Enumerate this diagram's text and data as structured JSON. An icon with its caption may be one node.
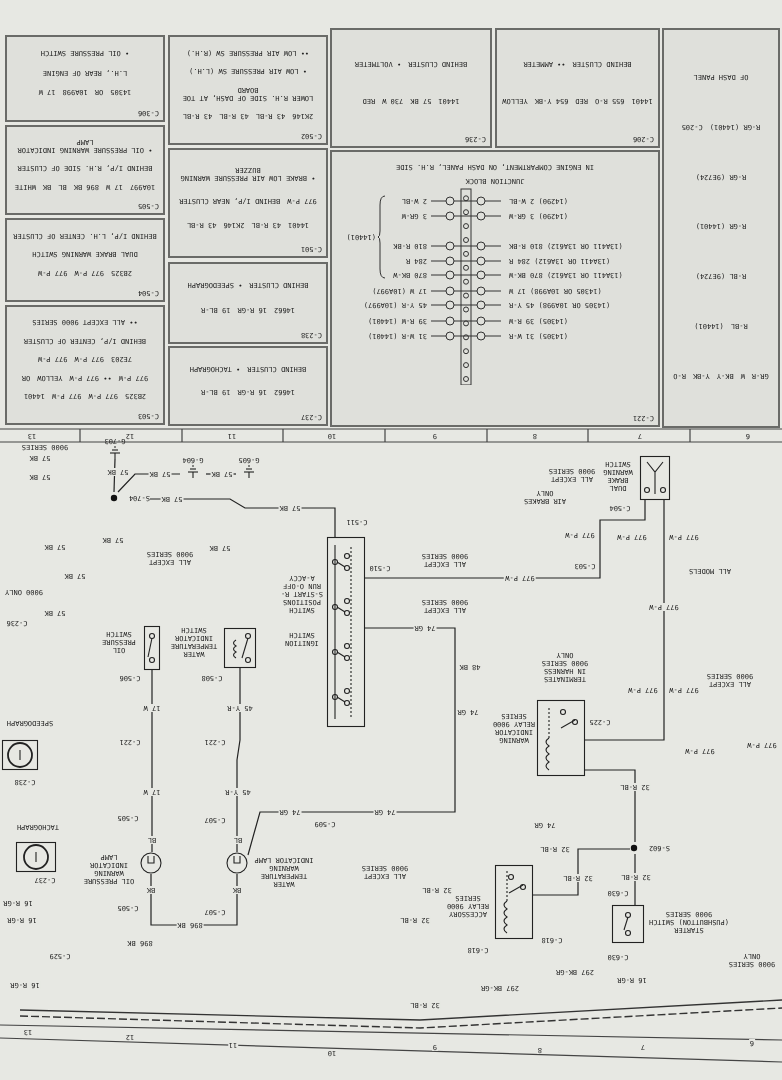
{
  "diagram": {
    "nodes": [
      {
        "text": [
          "C-306",
          "14305",
          "OR",
          "10A998",
          "17 W",
          "L.H., REAR OF ENGINE",
          "• OIL PRESSURE SWITCH"
        ]
      },
      {
        "text": [
          "C-505",
          "10A997",
          "17 W",
          "896 BK",
          "BL",
          "BK",
          "WHITE",
          "BEHIND I/P, R.H. SIDE OF CLUSTER",
          "• OIL PRESSURE WARNING INDICATOR LAMP"
        ]
      },
      {
        "text": [
          "C-504",
          "2B325",
          "977 P-W",
          "977 P-W",
          "DUAL BRAKE WARNING SWITCH",
          "BEHIND I/P, L.H. CENTER OF CLUSTER"
        ]
      },
      {
        "text": [
          "C-503",
          "2B325",
          "977 P-W",
          "977 P-W",
          "14401",
          "977 P-W",
          "•• 977 P-W",
          "YELLOW",
          "OR",
          "7E203",
          "977 P-W",
          "977 P-W",
          "BEHIND I/P, CENTER OF CLUSTER",
          "•• ALL EXCEPT 9000 SERIES"
        ]
      },
      {
        "text": [
          "C-502",
          "2K146",
          "43 R-BL",
          "43 R-BL",
          "43 R-BL",
          "LOWER R.H. SIDE OF DASH, AT TOE BOARD",
          "• LOW AIR PRESSURE SW (L.H.)",
          "•• LOW AIR PRESSURE SW (R.H.)"
        ]
      },
      {
        "text": [
          "C-501",
          "14401",
          "43 R-BL",
          "2K146",
          "43 R-BL",
          "977 P-W",
          "BEHIND I/P, NEAR CLUSTER",
          "• BRAKE LOW AIR PRESSURE WARNING BUZZER"
        ]
      },
      {
        "text": [
          "C-238",
          "14662",
          "16 R-GR",
          "19 BL-R",
          "BEHIND CLUSTER",
          "• SPEEDOGRAPH"
        ]
      },
      {
        "text": [
          "C-237",
          "14662",
          "16 R-GR",
          "19 BL-R",
          "BEHIND CLUSTER",
          "• TACHOGRAPH"
        ]
      },
      {
        "text": [
          "C-236",
          "14401",
          "57 BK",
          "730 W",
          "RED",
          "BEHIND CLUSTER",
          "• VOLTMETER"
        ]
      },
      {
        "text": [
          "C-206",
          "14401",
          "655 R-O",
          "RED",
          "654 Y-BK",
          "YELLOW",
          "BEHIND CLUSTER",
          "•• AMMETER"
        ]
      },
      {
        "text": [
          "C-221",
          "(14305) 31 W-R",
          "31 W-R (14401)",
          "(14305) 39 R-W",
          "39 R-W (14401)",
          "(14305 OR 10A998) 45 Y-R",
          "45 Y-R (10A997)",
          "(14305 OR 10A998) 17 W",
          "17 W (10A997)",
          "(13A411 OR 13A612) 870 BK-W",
          "870 BK-W",
          "(13A411 OR 13A612) 284 R",
          "284 R",
          "(13A411 OR 13A612) 810 R-BK",
          "810 R-BK",
          "(14290) 3 GR-W",
          "3 GR-W",
          "(14290) 2 W-BL",
          "2 W-BL",
          "(14401)",
          "JUNCTION BLOCK",
          "IN ENGINE COMPARTMENT, ON DASH PANEL, R.H. SIDE"
        ]
      },
      {
        "text": [
          "GR-R",
          "W",
          "BK-Y",
          "Y-BK",
          "R-O",
          "R-BL",
          "(14401)",
          "R-BL (9E724)",
          "R-GR (14401)",
          "R-GR (9E724)",
          "R-GR (14401)",
          "C-205",
          "OF DASH PANEL"
        ]
      },
      {
        "text": [
          "G-703"
        ]
      },
      {
        "text": [
          "S-704"
        ]
      },
      {
        "text": [
          "G-604"
        ]
      },
      {
        "text": [
          "G-605"
        ]
      },
      {
        "text": [
          "IGNITION SWITCH",
          "SWITCH POSITIONS S-START R-RUN O-OFF A-ACCY"
        ]
      },
      {
        "text": [
          "OIL PRESSURE SWITCH"
        ]
      },
      {
        "text": [
          "WATER TEMPERATURE INDICATOR SWITCH"
        ]
      },
      {
        "text": [
          "DUAL BRAKE WARNING SWITCH"
        ]
      },
      {
        "text": [
          "WARNING INDICATOR RELAY 9000 SERIES"
        ]
      },
      {
        "text": [
          "ACCESSORY RELAY 9000 SERIES"
        ]
      },
      {
        "text": [
          "STARTER (PUSHBUTTON) SWITCH 9000 SERIES"
        ]
      },
      {
        "text": [
          "S-602"
        ]
      },
      {
        "text": [
          "OIL PRESSURE WARNING INDICATOR LAMP"
        ]
      },
      {
        "text": [
          "WATER TEMPERATURE WARNING INDICATOR LAMP"
        ]
      },
      {
        "text": [
          "SPEEDOGRAPH"
        ]
      },
      {
        "text": [
          "TACHOGRAPH"
        ]
      }
    ],
    "edges": [
      {
        "from": 13,
        "to": 12,
        "arrow": "none"
      },
      {
        "from": 13,
        "to": 14,
        "arrow": "none"
      },
      {
        "from": 14,
        "to": 15,
        "arrow": "none"
      },
      {
        "from": 13,
        "to": 16,
        "arrow": "none"
      },
      {
        "from": 16,
        "to": 19,
        "arrow": "none"
      },
      {
        "from": 17,
        "to": 24,
        "arrow": "none"
      },
      {
        "from": 18,
        "to": 25,
        "arrow": "none"
      },
      {
        "from": 25,
        "to": 16,
        "arrow": "none"
      },
      {
        "from": 24,
        "to": 25,
        "arrow": "none"
      },
      {
        "from": 20,
        "to": 23,
        "arrow": "none"
      },
      {
        "from": 23,
        "to": 22,
        "arrow": "none"
      },
      {
        "from": 23,
        "to": 21,
        "arrow": "none"
      },
      {
        "from": 19,
        "to": 20,
        "arrow": "none"
      }
    ],
    "labels": [
      "6",
      "7",
      "8",
      "9",
      "10",
      "11",
      "12",
      "13",
      "16 R-GR",
      "297 BK-GR",
      "297 BK-GR",
      "32 R-BL",
      "9000 SERIES ONLY",
      "C-630",
      "C-618",
      "C-618",
      "32 R-BL",
      "32 R-BL",
      "ALL EXCEPT 9000 SERIES",
      "C-630",
      "32 R-BL",
      "32 R-BL",
      "32 R-BL",
      "74 GR",
      "74 GR",
      "32 R-BL",
      "977 P-W",
      "977 P-W",
      "C-225",
      "977 P-W",
      "977 P-W",
      "ALL EXCEPT 9000 SERIES",
      "74 GR",
      "TERMINATES IN HARNESS 9000 SERIES ONLY",
      "48 BK",
      "74 GR",
      "ALL EXCEPT 9000 SERIES",
      "977 P-W",
      "977 P-W",
      "ALL EXCEPT 9000 SERIES",
      "ALL MODELS",
      "C-503",
      "977 P-W",
      "977 P-W",
      "977 P-W",
      "C-504",
      "AIR BRAKES ONLY",
      "ALL EXCEPT 9000 SERIES",
      "6",
      "7",
      "8",
      "9",
      "10",
      "11",
      "12",
      "13",
      "57 BK",
      "9000 SERIES",
      "57 BK",
      "57 BK",
      "57 BK",
      "57 BK",
      "57 BK",
      "57 BK",
      "C-511",
      "57 BK",
      "57 BK",
      "57 BK",
      "ALL EXCEPT 9000 SERIES",
      "57 BK",
      "57 BK",
      "9000 ONLY",
      "C-236",
      "C-510",
      "C-506",
      "C-508",
      "17 W",
      "45 Y-R",
      "C-221",
      "C-221",
      "C-238",
      "17 W",
      "45 Y-R",
      "C-505",
      "C-507",
      "74 GR",
      "C-509",
      "BL",
      "BL",
      "C-237",
      "BK",
      "BK",
      "C-505",
      "C-507",
      "896 BK",
      "896 BK",
      "C-529",
      "16 R-GR",
      "16 R-GR",
      "16 R-GR"
    ]
  }
}
